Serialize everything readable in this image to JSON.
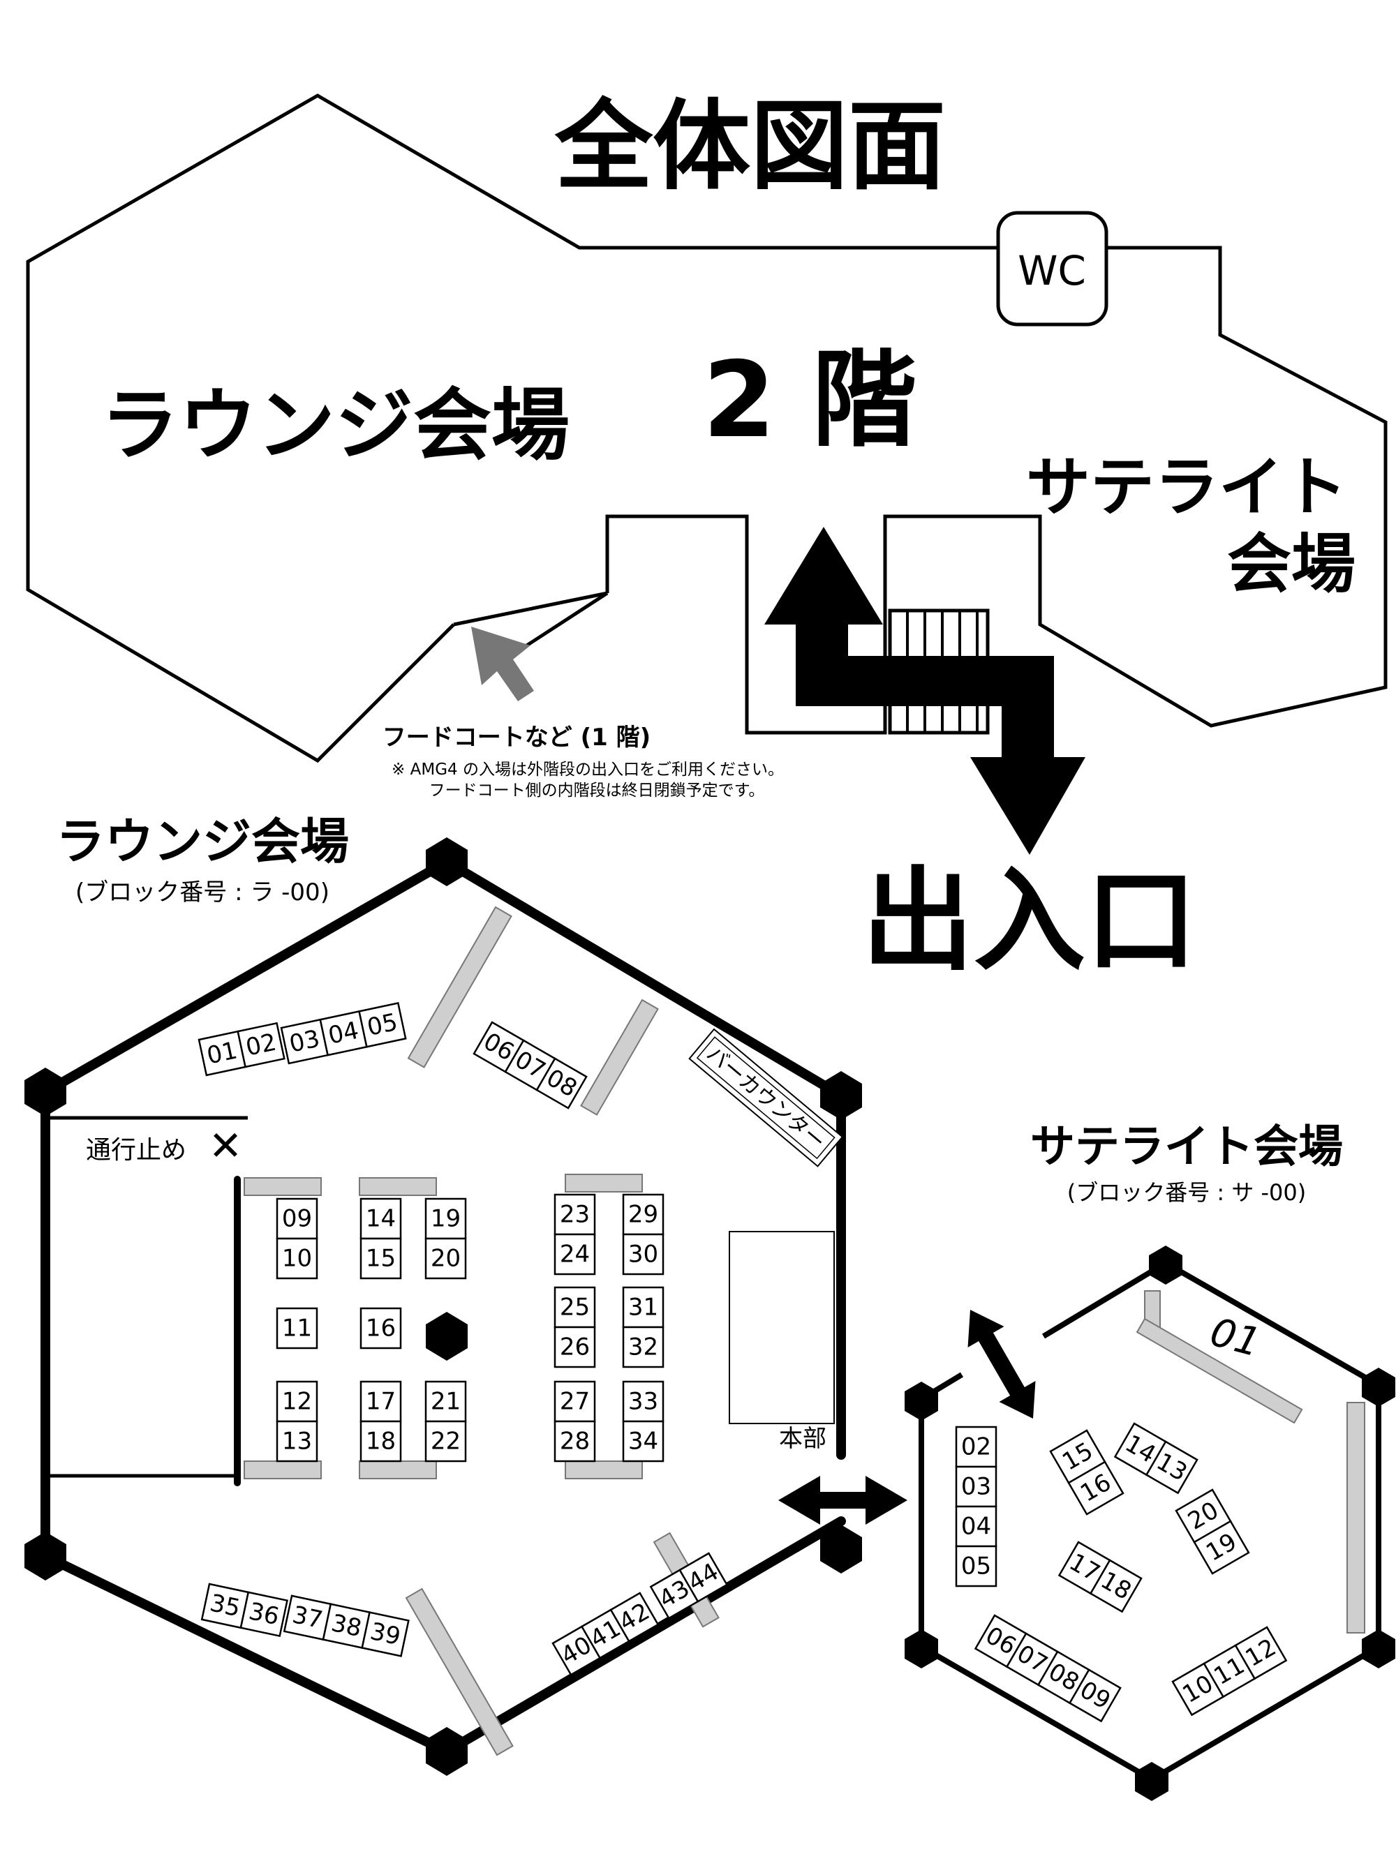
{
  "floor_overview": {
    "title": "全体図面",
    "floor": "2 階",
    "wc": "WC",
    "lounge": "ラウンジ会場",
    "satellite_line1": "サテライト",
    "satellite_line2": "会場",
    "food_court": "フードコートなど (1 階)",
    "note1": "※ AMG4 の入場は外階段の出入口をご利用ください。",
    "note2": "フードコート側の内階段は終日閉鎖予定です。",
    "entrance": "出入口"
  },
  "lounge_hall": {
    "title": "ラウンジ会場",
    "block_note": "(ブロック番号 : ラ -00)",
    "closed": "通行止め",
    "closed_mark": "✕",
    "bar_counter": "バーカウンター",
    "hq": "本部",
    "booths_top_a": [
      "01",
      "02",
      "03",
      "04",
      "05"
    ],
    "booths_top_b": [
      "06",
      "07",
      "08"
    ],
    "booths_c1": [
      "09",
      "10",
      "11",
      "12",
      "13"
    ],
    "booths_c2": [
      "14",
      "15",
      "16",
      "17",
      "18"
    ],
    "booths_c3": [
      "19",
      "20",
      "21",
      "22"
    ],
    "booths_c4": [
      "23",
      "24",
      "25",
      "26",
      "27",
      "28"
    ],
    "booths_c5": [
      "29",
      "30",
      "31",
      "32",
      "33",
      "34"
    ],
    "booths_bottom_a": [
      "35",
      "36",
      "37",
      "38",
      "39"
    ],
    "booths_bottom_b": [
      "40",
      "41",
      "42",
      "43",
      "44"
    ]
  },
  "satellite_hall": {
    "title": "サテライト会場",
    "block_note": "(ブロック番号 : サ -00)",
    "booth_01": "01",
    "booths_left": [
      "02",
      "03",
      "04",
      "05"
    ],
    "booths_pair_a": [
      "15",
      "16"
    ],
    "booths_pair_b": [
      "14",
      "13"
    ],
    "booths_pair_c": [
      "20",
      "19"
    ],
    "booths_pair_d": [
      "17",
      "18"
    ],
    "booths_bottom_a": [
      "06",
      "07",
      "08",
      "09"
    ],
    "booths_bottom_b": [
      "10",
      "11",
      "12"
    ]
  }
}
